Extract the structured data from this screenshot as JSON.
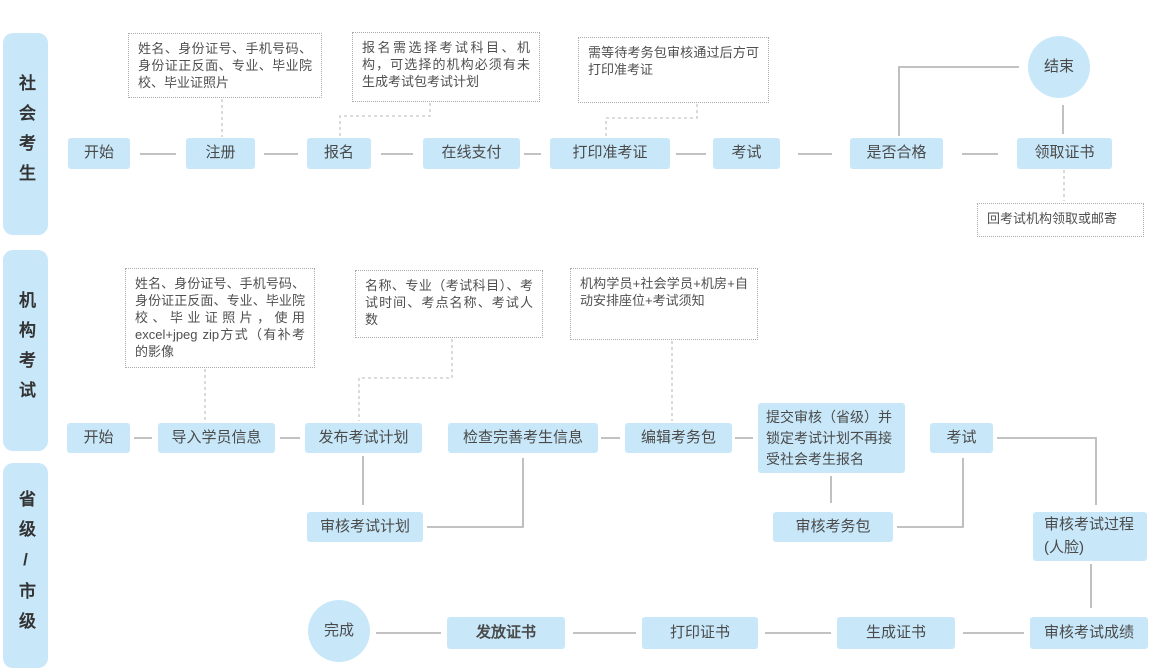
{
  "colors": {
    "node_fill": "#c8e8fa",
    "connector_line": "#b9b9b9",
    "note_border": "#ababab",
    "node_text": "#4a4a4a"
  },
  "lanes": {
    "social": "社会考生",
    "org": "机构考试",
    "gov": "省级/市级"
  },
  "social": {
    "start": "开始",
    "register": "注册",
    "signup": "报名",
    "pay": "在线支付",
    "print_ticket": "打印准考证",
    "exam": "考试",
    "pass_check": "是否合格",
    "receive_cert": "领取证书",
    "end": "结束",
    "note_register": "姓名、身份证号、手机号码、身份证正反面、专业、毕业院校、毕业证照片",
    "note_signup": "报名需选择考试科目、机构，可选择的机构必须有未生成考试包考试计划",
    "note_print": "需等待考务包审核通过后方可打印准考证",
    "note_receive": "回考试机构领取或邮寄"
  },
  "org": {
    "start": "开始",
    "import_students": "导入学员信息",
    "publish_plan": "发布考试计划",
    "check_info": "检查完善考生信息",
    "edit_package": "编辑考务包",
    "submit_review": "提交审核（省级）并锁定考试计划不再接受社会考生报名",
    "exam": "考试",
    "note_import": "姓名、身份证号、手机号码、身份证正反面、专业、毕业院校、毕业证照片，使用excel+jpeg zip方式（有补考的影像",
    "note_publish": "名称、专业（考试科目）、考试时间、考点名称、考试人数",
    "note_package": "机构学员+社会学员+机房+自动安排座位+考试须知"
  },
  "gov": {
    "review_plan": "审核考试计划",
    "review_package": "审核考务包",
    "review_process": "审核考试过程(人脸)",
    "review_score": "审核考试成绩",
    "generate_cert": "生成证书",
    "print_cert": "打印证书",
    "issue_cert": "发放证书",
    "done": "完成"
  }
}
